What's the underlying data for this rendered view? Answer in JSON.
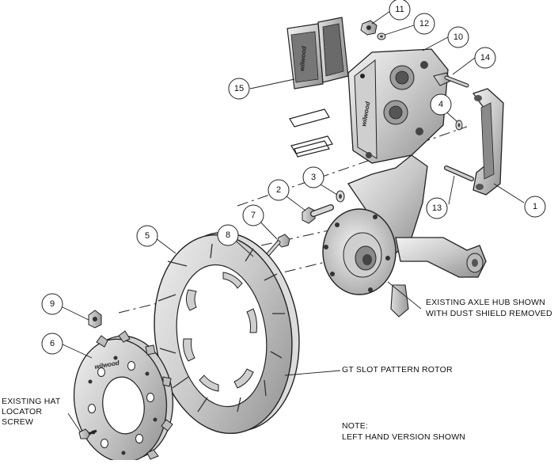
{
  "callouts": [
    "1",
    "2",
    "3",
    "4",
    "5",
    "6",
    "7",
    "8",
    "9",
    "10",
    "11",
    "12",
    "13",
    "14",
    "15"
  ],
  "annotations": {
    "axle_hub_line1": "EXISTING AXLE HUB SHOWN",
    "axle_hub_line2": "WITH DUST SHIELD REMOVED",
    "rotor": "GT SLOT PATTERN ROTOR",
    "note_title": "NOTE:",
    "note_text": "LEFT HAND VERSION SHOWN",
    "hat_screw_line1": "EXISTING HAT",
    "hat_screw_line2": "LOCATOR",
    "hat_screw_line3": "SCREW"
  },
  "brand_marks": {
    "pad_logo": "wilwood",
    "caliper_logo": "wilwood",
    "hat_logo": "wilwood"
  }
}
